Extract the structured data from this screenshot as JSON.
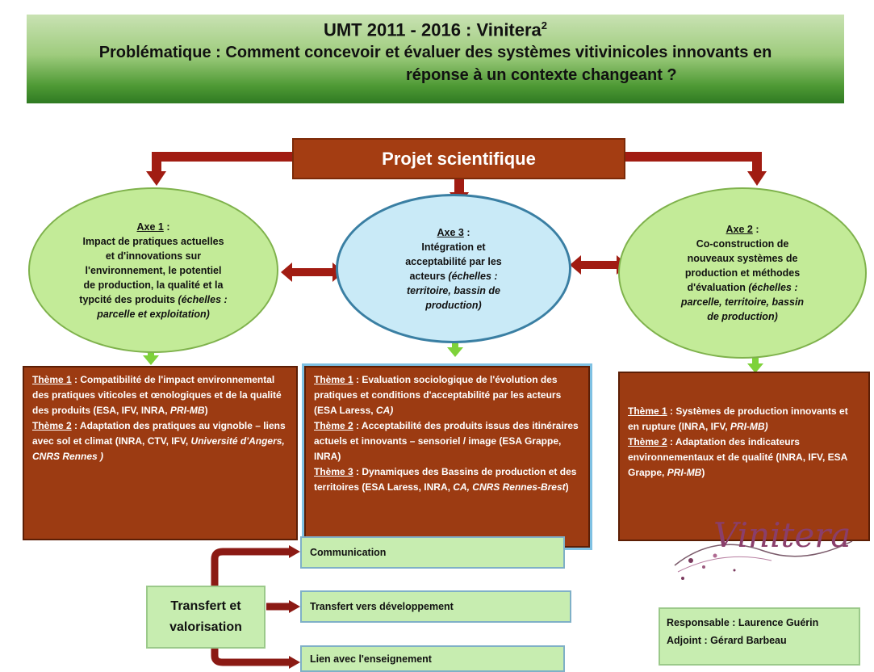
{
  "header": {
    "title": "UMT 2011 - 2016 : Vinitera",
    "title_sup": "2",
    "problem_line1": "Problématique : Comment concevoir et évaluer des systèmes vitivinicoles innovants en",
    "problem_line2": "réponse à un contexte changeant ?"
  },
  "projet": "Projet scientifique",
  "axes": {
    "axe1": {
      "title": "Axe 1",
      "lines": [
        "Impact de pratiques actuelles",
        "et d'innovations sur",
        "l'environnement, le potentiel",
        "de production, la qualité et la",
        "typcité des produits "
      ],
      "italic1": "(échelles :",
      "italic2": "parcelle et exploitation)"
    },
    "axe3": {
      "title": "Axe 3",
      "lines": [
        "Intégration et",
        "acceptabilité par les",
        "acteurs "
      ],
      "italic1": "(échelles :",
      "italic2": "territoire, bassin de",
      "italic3": "production)"
    },
    "axe2": {
      "title": "Axe 2",
      "lines": [
        "Co-construction de",
        "nouveaux systèmes de",
        "production et méthodes",
        "d'évaluation "
      ],
      "italic1": "(échelles :",
      "italic2": "parcelle, territoire, bassin",
      "italic3": "de production)"
    }
  },
  "themes": {
    "left": {
      "t1_label": "Thème 1",
      "t1_text": " : Compatibilité de l'impact environnemental des pratiques viticoles et œnologiques et de la qualité des produits (ESA, IFV, INRA, ",
      "t1_italic": "PRI-MB",
      "t1_end": ")",
      "t2_label": "Thème 2",
      "t2_text": " : Adaptation des pratiques au vignoble – liens avec sol et climat (INRA, CTV, IFV, ",
      "t2_italic": "Université d'Angers, CNRS Rennes )"
    },
    "center": {
      "t1_label": "Thème 1",
      "t1_text": " : Evaluation sociologique de l'évolution des pratiques et conditions d'acceptabilité par les acteurs (ESA Laress, ",
      "t1_italic": "CA)",
      "t2_label": "Thème 2",
      "t2_text": " : Acceptabilité des produits issus des itinéraires actuels et innovants – sensoriel / image (ESA Grappe, INRA)",
      "t3_label": "Thème 3",
      "t3_text": " : Dynamiques des Bassins de production et des territoires (ESA Laress, INRA, ",
      "t3_italic": "CA, CNRS Rennes-Brest",
      "t3_end": ")"
    },
    "right": {
      "t1_label": "Thème 1",
      "t1_text": " : Systèmes de production innovants et en rupture (INRA, IFV, ",
      "t1_italic": "PRI-MB)",
      "t2_label": "Thème 2",
      "t2_text": " : Adaptation des indicateurs environnementaux et de qualité (INRA, IFV, ESA Grappe, ",
      "t2_italic": "PRI-MB",
      "t2_end": ")"
    }
  },
  "transfert": {
    "label_line1": "Transfert et",
    "label_line2": "valorisation",
    "items": [
      "Communication",
      "Transfert vers développement",
      "Lien avec l'enseignement"
    ]
  },
  "logo": {
    "text": "Vinitera"
  },
  "contacts": {
    "responsable": "Responsable : Laurence Guérin",
    "adjoint": "Adjoint : Gérard Barbeau"
  },
  "colors": {
    "brown": "#a43d12",
    "green_light": "#c3eb98",
    "blue_light": "#c9eaf7",
    "arrow_green": "#7ed23a",
    "arrow_red": "#8b1a14"
  }
}
